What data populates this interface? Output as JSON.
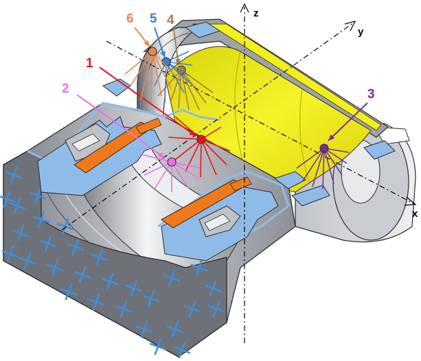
{
  "axes": {
    "x": "x",
    "y": "y",
    "z": "z"
  },
  "points": [
    {
      "id": "1",
      "label": "1",
      "color": "#e8141b"
    },
    {
      "id": "2",
      "label": "2",
      "color": "#ee6fe6"
    },
    {
      "id": "3",
      "label": "3",
      "color": "#7a2e9b"
    },
    {
      "id": "4",
      "label": "4",
      "color": "#a97a4f"
    },
    {
      "id": "5",
      "label": "5",
      "color": "#3f7fc7"
    },
    {
      "id": "6",
      "label": "6",
      "color": "#e9874a"
    }
  ],
  "colors": {
    "housing": "#a8acb2",
    "section_blue": "#8fbbe8",
    "liner_yellow": "#f2ef1a",
    "bearing_orange": "#f07a1a",
    "hatch_cross": "#3d8fe0"
  },
  "icons": [
    "cross-hatch-icon"
  ]
}
